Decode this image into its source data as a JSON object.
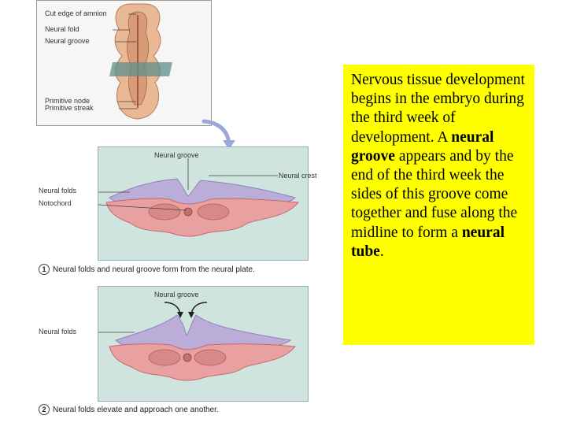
{
  "top_panel": {
    "labels": {
      "cut_edge": "Cut edge of amnion",
      "neural_fold": "Neural fold",
      "neural_groove": "Neural groove",
      "primitive_node": "Primitive node",
      "primitive_streak": "Primitive streak"
    }
  },
  "panel1": {
    "labels": {
      "neural_groove": "Neural groove",
      "neural_crest": "Neural crest",
      "neural_folds": "Neural folds",
      "notochord": "Notochord"
    },
    "step_number": "1",
    "caption": "Neural folds and neural groove form from the neural plate."
  },
  "panel2": {
    "labels": {
      "neural_groove": "Neural groove",
      "neural_folds": "Neural folds"
    },
    "step_number": "2",
    "caption": "Neural folds elevate and approach one another."
  },
  "textbox": {
    "part1": "Nervous tissue development begins in the embryo during the third week of development.  A ",
    "bold1": "neural groove",
    "part2": " appears and by the end of the third week the sides of this groove come together and fuse along the midline to form a ",
    "bold2": "neural tube",
    "part3": "."
  },
  "colors": {
    "highlight": "#ffff00",
    "panel_bg": "#cfe3df",
    "tissue_pink": "#e8a0a0",
    "tissue_purple": "#b8a8d8"
  }
}
